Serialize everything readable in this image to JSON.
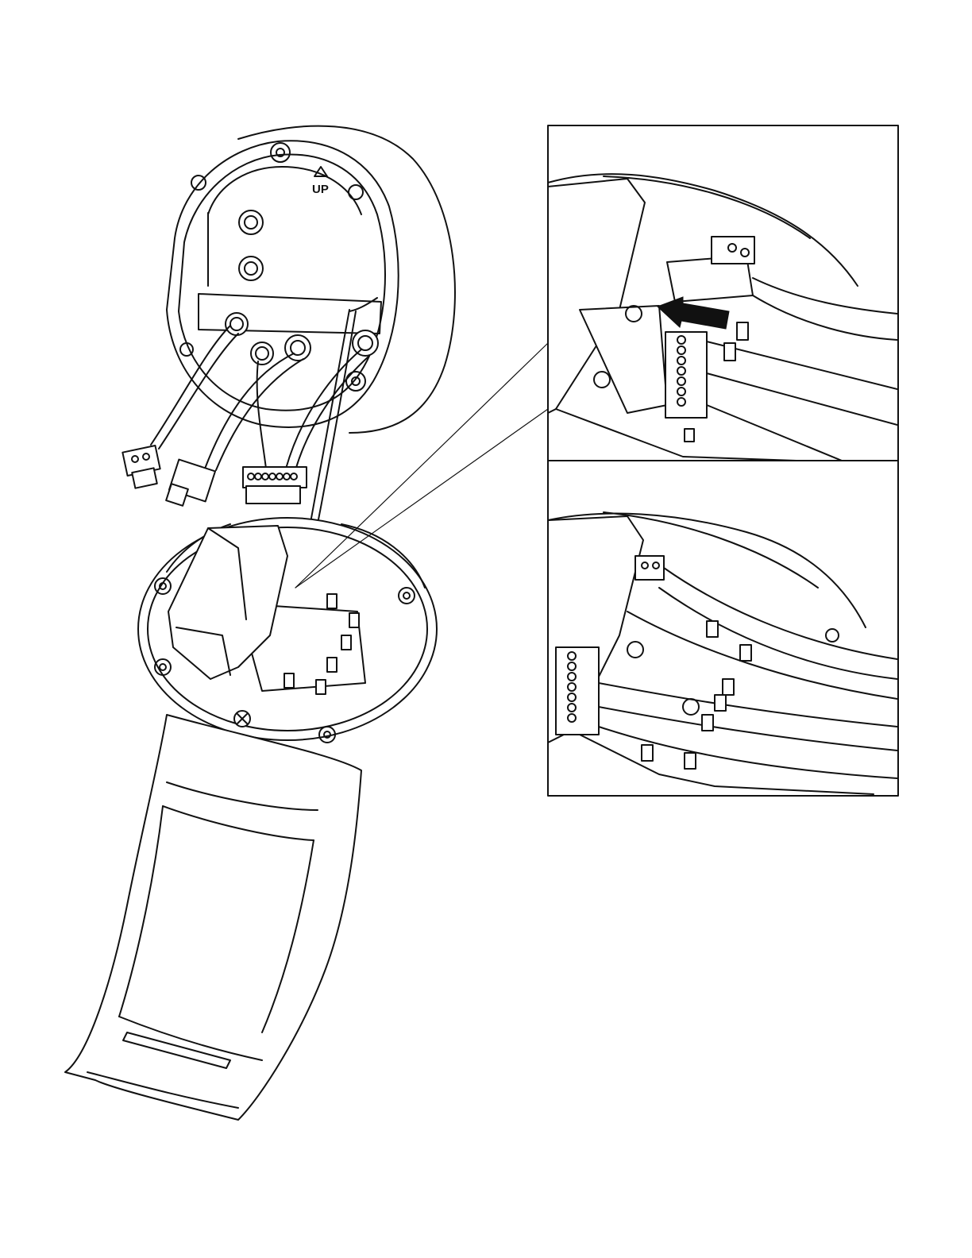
{
  "figure": {
    "up_label": "UP",
    "up_marker_icon": "triangle-up-icon",
    "insets": [
      {
        "id": "inset-top",
        "content": "connector-plug-in-with-arrow"
      },
      {
        "id": "inset-bottom",
        "content": "connectors-seated-cables-clipped"
      }
    ],
    "colors": {
      "line": "#111111",
      "background": "#ffffff"
    }
  }
}
